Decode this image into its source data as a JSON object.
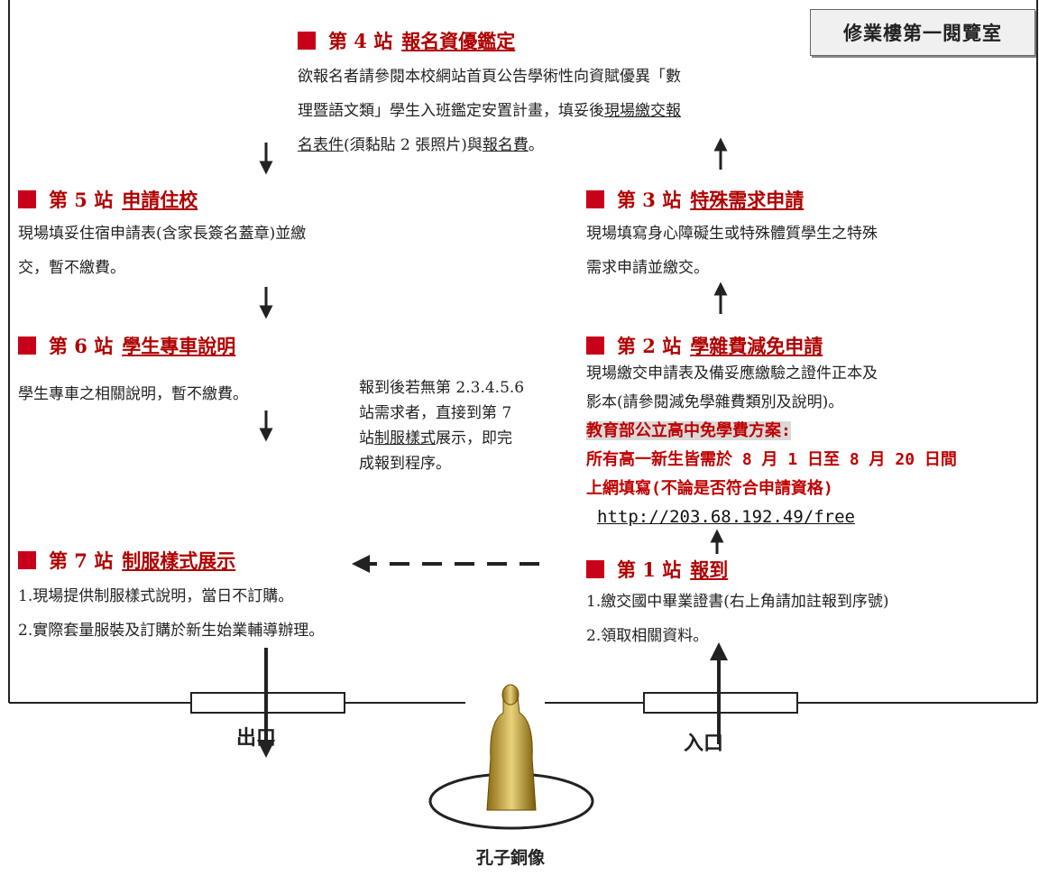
{
  "room": "修業樓第一閱覽室",
  "station_word": "站",
  "stations": {
    "s4": {
      "label": "第 4 站",
      "name": "報名資優鑑定",
      "line1": "欲報名者請參閱本校網站首頁公告學術性向資賦優異「數",
      "line2": "理暨語文類」學生入班鑑定安置計畫，填妥後",
      "line2_u": "現場繳交報",
      "line3_u1": "名表件",
      "line3_mid": "(須黏貼 2 張照片)與",
      "line3_u2": "報名費",
      "line3_end": "。"
    },
    "s5": {
      "label": "第 5 站",
      "name": "申請住校",
      "line1": "現場填妥住宿申請表(含家長簽名蓋章)並繳",
      "line2": "交，暫不繳費。"
    },
    "s3": {
      "label": "第 3 站",
      "name": "特殊需求申請",
      "line1": "現場填寫身心障礙生或特殊體質學生之特殊",
      "line2": "需求申請並繳交。"
    },
    "s6": {
      "label": "第 6 站",
      "name": "學生專車說明",
      "line1": "學生專車之相關說明，暫不繳費。"
    },
    "s2": {
      "label": "第 2 站",
      "name": "學雜費減免申請",
      "line1": "現場繳交申請表及備妥應繳驗之證件正本及",
      "line2": "影本(請參閱減免學雜費類別及說明)。",
      "note_title": "教育部公立高中免學費方案:",
      "note_line1": "所有高一新生皆需於 8 月 1 日至 8 月 20 日間",
      "note_line2": "上網填寫(不論是否符合申請資格)",
      "url": "http://203.68.192.49/free"
    },
    "s7": {
      "label": "第 7 站",
      "name": "制服樣式展示",
      "line1": "1.現場提供制服樣式說明，當日不訂購。",
      "line2": "2.實際套量服裝及訂購於新生始業輔導辦理。"
    },
    "s1": {
      "label": "第 1 站",
      "name": "報到",
      "line1": "1.繳交國中畢業證書(右上角請加註報到序號)",
      "line2": "2.領取相關資料。"
    }
  },
  "shortcut": {
    "line1": "報到後若無第 2.3.4.5.6",
    "line2": "站需求者，直接到第 7",
    "line3_a": "站",
    "line3_u": "制服樣式",
    "line3_b": "展示，即完",
    "line4": "成報到程序。"
  },
  "exit_label": "出口",
  "entrance_label": "入口",
  "statue_label": "孔子銅像",
  "colors": {
    "accent": "#c8001a",
    "title_text": "#b00000",
    "note": "#c00000"
  }
}
